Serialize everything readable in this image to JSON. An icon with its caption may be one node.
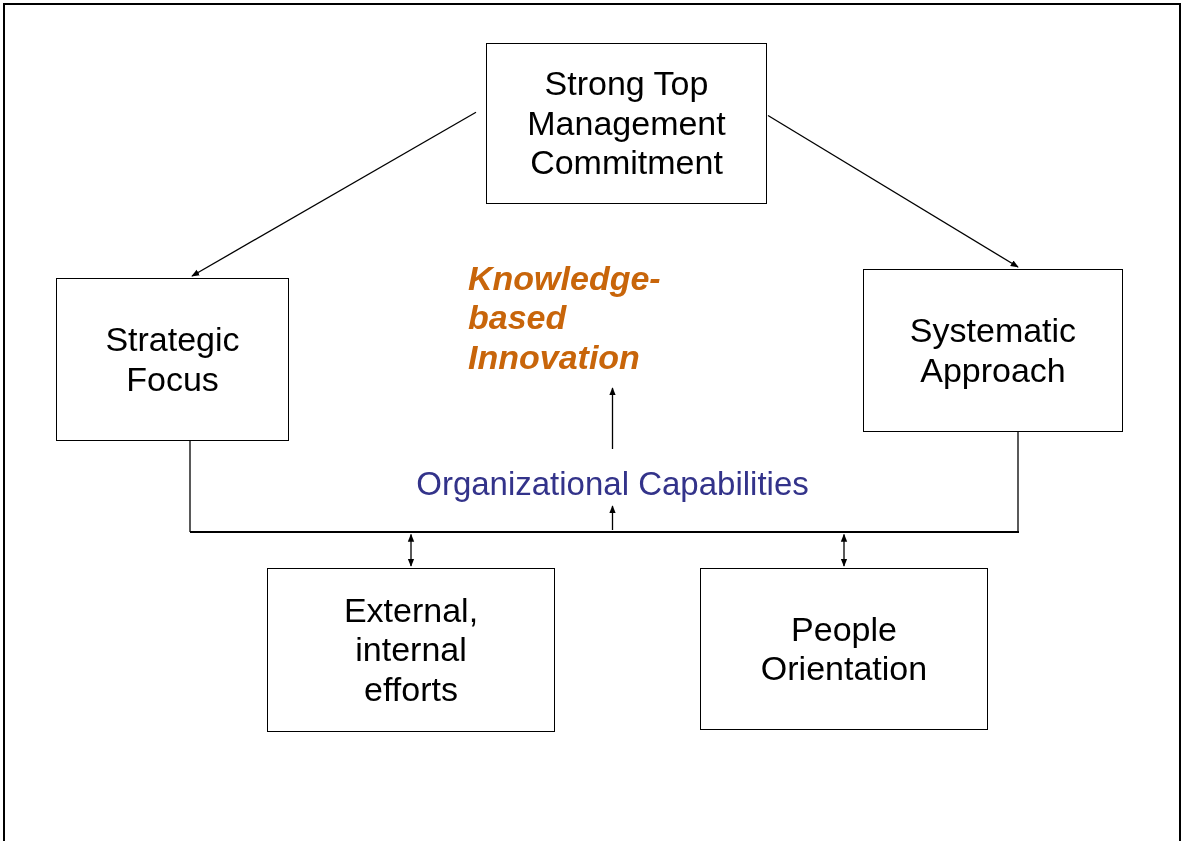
{
  "diagram": {
    "nodes": [
      {
        "text": [
          "Strong Top Management Commitment"
        ]
      },
      {
        "text": [
          "Strategic Focus"
        ]
      },
      {
        "text": [
          "Systematic Approach"
        ]
      },
      {
        "text": [
          "Knowledge-based Innovation"
        ]
      },
      {
        "text": [
          "Organizational Capabilities"
        ]
      },
      {
        "text": [],
        "shape": "bar"
      },
      {
        "text": [
          "External, internal efforts"
        ]
      },
      {
        "text": [
          "People Orientation"
        ]
      }
    ],
    "edges": [
      {
        "from": 0,
        "to": 1,
        "arrow": "to"
      },
      {
        "from": 0,
        "to": 2,
        "arrow": "to"
      },
      {
        "from": 1,
        "to": 5,
        "arrow": "none"
      },
      {
        "from": 5,
        "to": 2,
        "arrow": "none"
      },
      {
        "from": 5,
        "to": 4,
        "arrow": "to"
      },
      {
        "from": 4,
        "to": 3,
        "arrow": "to"
      },
      {
        "from": 5,
        "to": 6,
        "arrow": "both"
      },
      {
        "from": 5,
        "to": 7,
        "arrow": "both"
      }
    ]
  }
}
